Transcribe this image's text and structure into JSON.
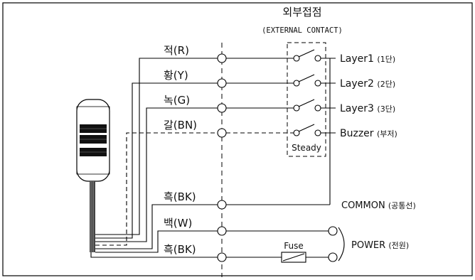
{
  "header": {
    "title": "외부접점",
    "subtitle": "(EXTERNAL CONTACT)"
  },
  "wires": [
    {
      "label": "적(R)"
    },
    {
      "label": "황(Y)"
    },
    {
      "label": "녹(G)"
    },
    {
      "label": "갈(BN)"
    },
    {
      "label": "흑(BK)"
    },
    {
      "label": "백(W)"
    },
    {
      "label": "흑(BK)"
    }
  ],
  "outputs": [
    {
      "label": "Layer1",
      "sub": "(1단)"
    },
    {
      "label": "Layer2",
      "sub": "(2단)"
    },
    {
      "label": "Layer3",
      "sub": "(3단)"
    },
    {
      "label": "Buzzer",
      "sub": "(부저)"
    }
  ],
  "steady_label": "Steady",
  "common": {
    "label": "COMMON",
    "sub": "(공통선)"
  },
  "fuse_label": "Fuse",
  "power": {
    "label": "POWER",
    "sub": "(전원)"
  }
}
